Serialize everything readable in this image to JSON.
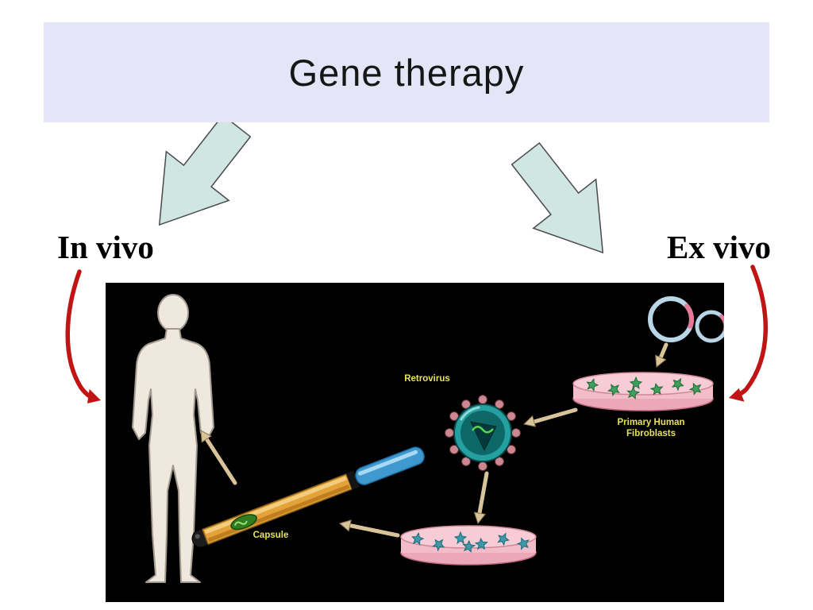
{
  "slide": {
    "title": "Gene therapy",
    "left_branch": "In vivo",
    "right_branch": "Ex vivo"
  },
  "diagram": {
    "retrovirus_label": "Retrovirus",
    "capsule_label": "Capsule",
    "fibroblasts_label": "Primary Human Fibroblasts"
  },
  "icons": {
    "block_arrow_left": "down-left-block-arrow",
    "block_arrow_right": "down-right-block-arrow",
    "red_arrow_left": "curved-red-annotation-arrow",
    "red_arrow_right": "curved-red-annotation-arrow"
  },
  "colors": {
    "title_bg": "#e4e5f6",
    "block_arrow_fill": "#cfe6e3",
    "annotation_red": "#c11414",
    "label_yellow": "#e8e25a",
    "dish_pink": "#f5bcc8",
    "capsule_orange": "#e3a33a",
    "capsule_blue": "#3f99d0",
    "virus_teal": "#25a0a0",
    "panel_bg": "#000000"
  }
}
